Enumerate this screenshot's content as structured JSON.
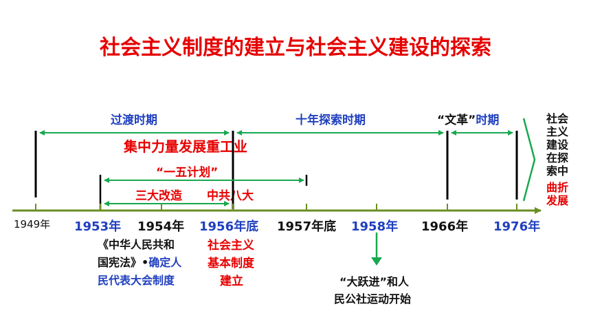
{
  "title": "社会主义制度的建立与社会主义建设的探索",
  "periods": {
    "transition": "过渡时期",
    "exploration": "十年探索时期",
    "cultural_revolution_quoted": "“文革”",
    "cultural_revolution_suffix": "时期"
  },
  "bars": {
    "heavy_industry": "集中力量发展重工业",
    "five_year_plan": "“一五计划”",
    "three_transformations": "三大改造",
    "eighth_congress": "中共八大"
  },
  "timeline": {
    "ticks": [
      {
        "label": "1949年",
        "color": "#111111",
        "weight": "normal"
      },
      {
        "label": "1953年",
        "color": "#1f3fbf",
        "weight": "bold"
      },
      {
        "label": "1954年",
        "color": "#111111",
        "weight": "bold"
      },
      {
        "label": "1956年底",
        "color": "#1f3fbf",
        "weight": "bold"
      },
      {
        "label": "1957年底",
        "color": "#111111",
        "weight": "bold"
      },
      {
        "label": "1958年",
        "color": "#1f3fbf",
        "weight": "bold"
      },
      {
        "label": "1966年",
        "color": "#111111",
        "weight": "bold"
      },
      {
        "label": "1976年",
        "color": "#1f3fbf",
        "weight": "bold"
      }
    ]
  },
  "notes": {
    "constitution_line1": "《中华人民共和",
    "constitution_line2": "国宪法》•",
    "npc_line1": "确定人",
    "npc_line2": "民代表大会制度",
    "socialism_line1": "社会主义",
    "socialism_line2": "基本制度",
    "socialism_line3": "建立",
    "great_leap_line1": "“大跃进”和人",
    "great_leap_line2": "民公社运动开始"
  },
  "summary": {
    "black_lines": [
      "社会",
      "主义",
      "建设",
      "在探",
      "索中"
    ],
    "red_lines": [
      "曲折",
      "发展"
    ]
  },
  "colors": {
    "title": "#e60000",
    "arrow": "#18a850",
    "axis": "#6b8e23",
    "blue": "#1f3fbf"
  }
}
